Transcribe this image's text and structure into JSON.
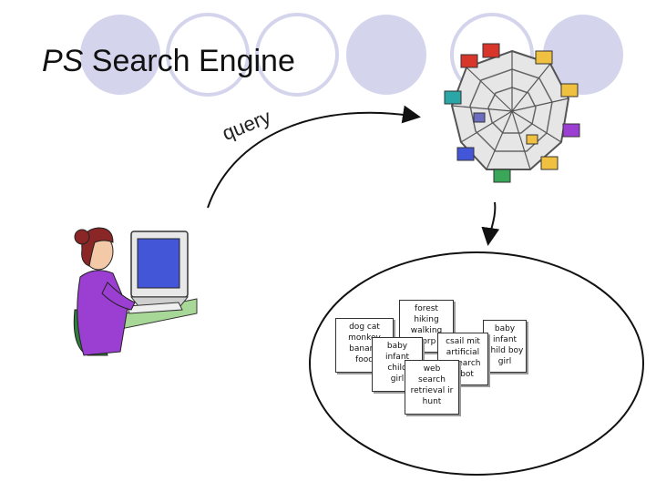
{
  "slide": {
    "title_prefix": "PS",
    "title_rest": " Search Engine",
    "query_label": "query",
    "icons": {
      "user": "person-at-computer-icon",
      "web": "web-of-computers-icon"
    },
    "colors": {
      "lavender_circles": "#d4d4ec",
      "doc_border": "#333333",
      "shirt": "#9a3fd1",
      "hair": "#8b2626",
      "monitor_screen": "#4456d8",
      "chair": "#2f7d3a"
    }
  },
  "documents": [
    {
      "id": "doc1",
      "text": "dog cat\nmonkey\nbanana\nfood"
    },
    {
      "id": "doc2",
      "text": "baby\ninfant\nchild\ngirl"
    },
    {
      "id": "doc3",
      "text": "forest\nhiking\nwalking\ngorp"
    },
    {
      "id": "doc4",
      "text": "csail mit\nartificial\nresearch\nrobot"
    },
    {
      "id": "doc5",
      "text": "web\nsearch\nretrieval ir\nhunt"
    },
    {
      "id": "doc6",
      "text": "baby\ninfant\nchild boy\ngirl"
    }
  ]
}
